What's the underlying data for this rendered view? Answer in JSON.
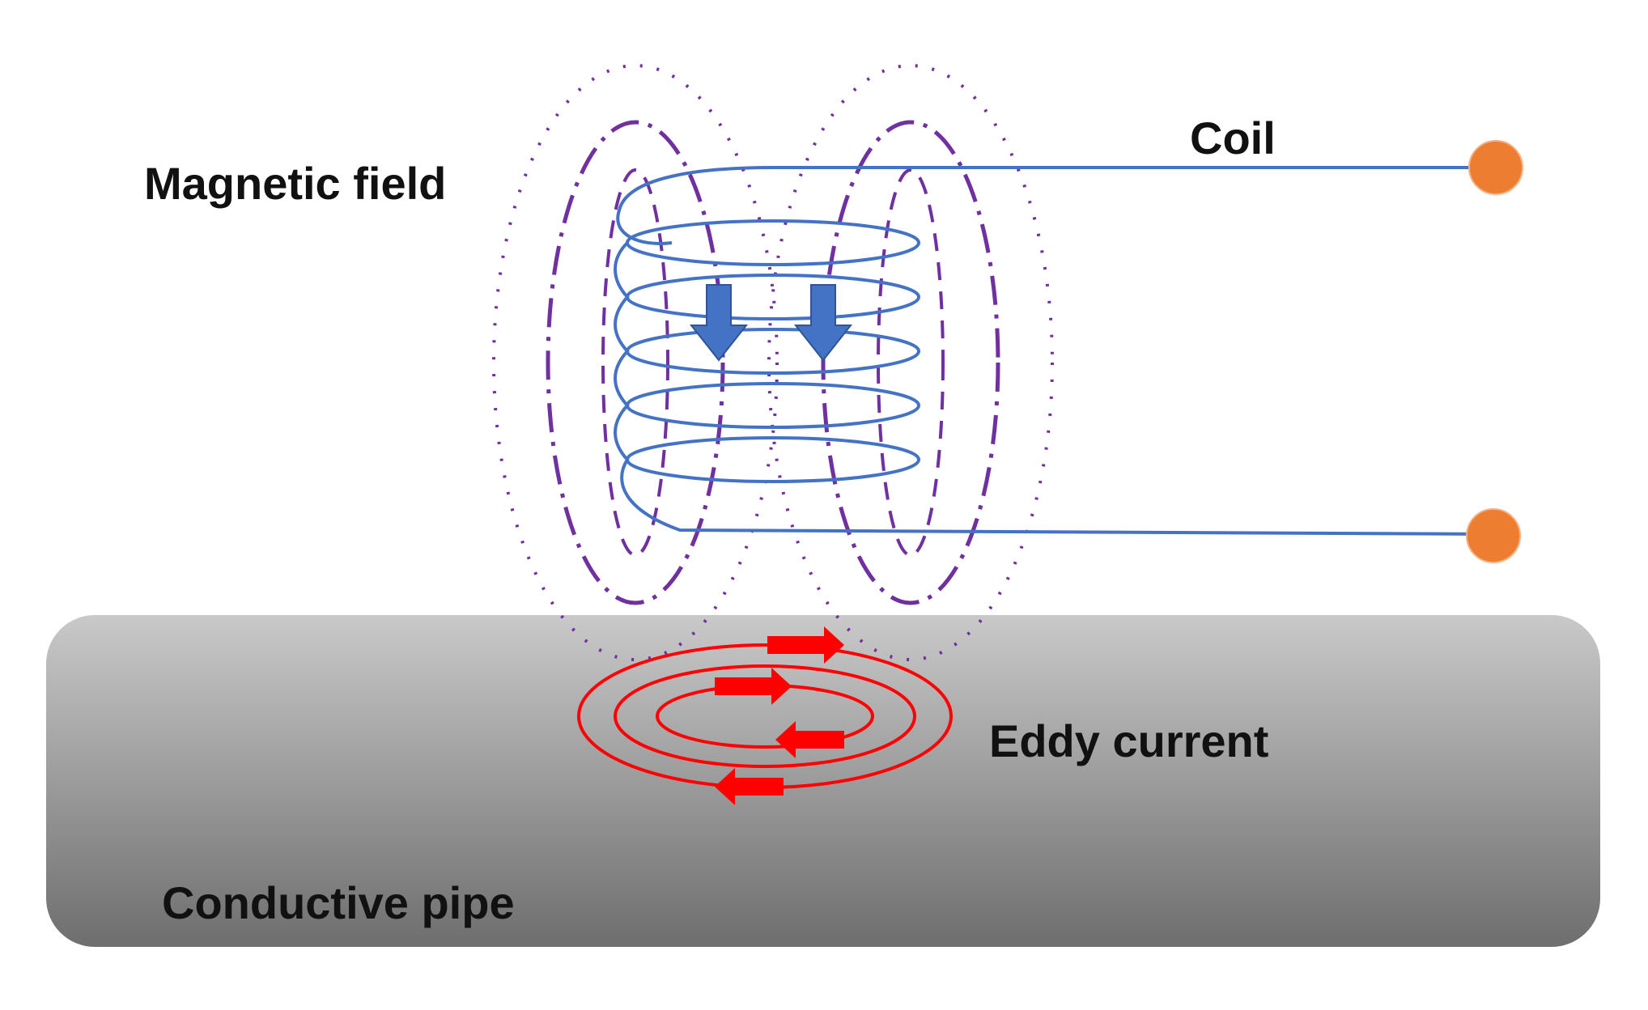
{
  "labels": {
    "magnetic_field": "Magnetic field",
    "coil": "Coil",
    "eddy_current": "Eddy current",
    "conductive_pipe": "Conductive pipe"
  },
  "colors": {
    "coil": "#4472C4",
    "field_lines": "#7030A0",
    "eddy_current": "#FF0000",
    "terminal": "#ED7D31",
    "pipe_top": "#C8C8C8",
    "pipe_bottom": "#6E6E6E",
    "field_arrow": "#4472C4",
    "text": "#111111"
  },
  "icons": {
    "terminal": "orange-circle-terminal",
    "field_direction": "down-arrow",
    "current_direction": "red-block-arrow"
  }
}
